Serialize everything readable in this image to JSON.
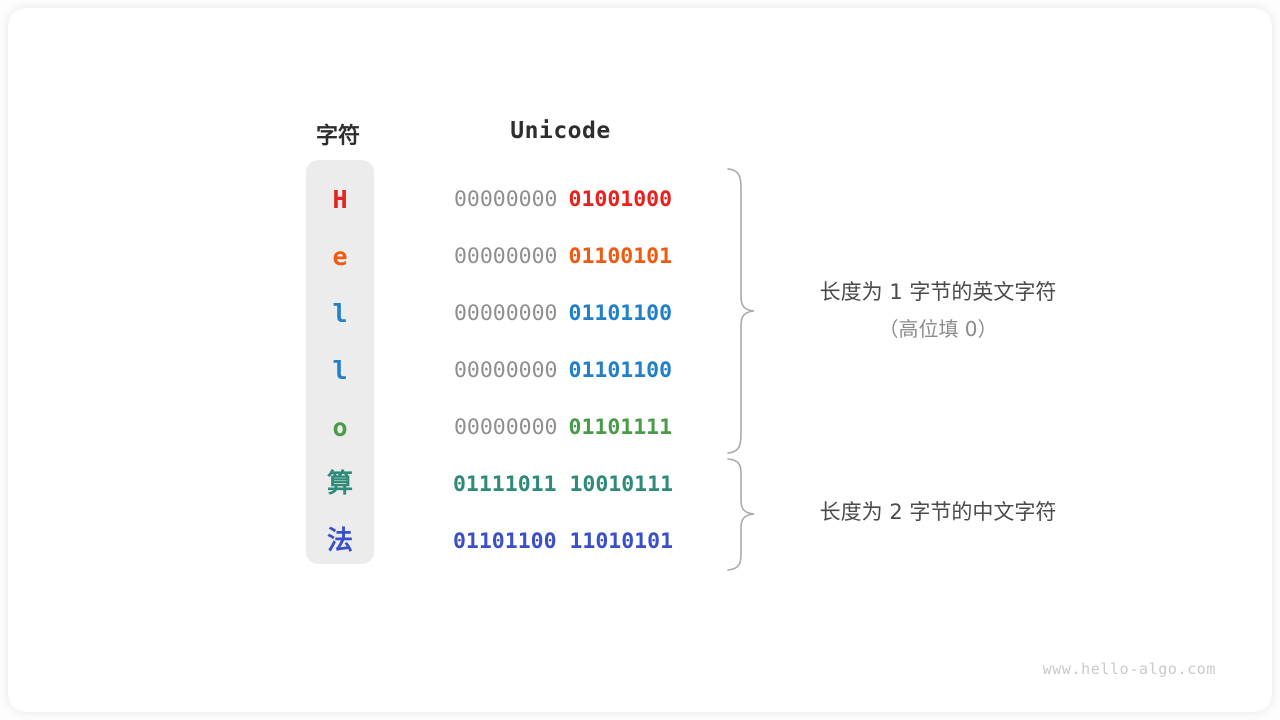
{
  "headers": {
    "character": "字符",
    "unicode": "Unicode"
  },
  "colors": {
    "red": "#e8211d",
    "orange": "#ee5a10",
    "blue": "#2180c8",
    "green": "#499b49",
    "teal": "#2e8b7a",
    "indigo": "#3b4fc8",
    "gray_high_bits": "#8f8f8f",
    "column_background": "#ececec",
    "brace": "#aaaaaa",
    "annotation_main": "#4a4a4a",
    "annotation_sub": "#8c8c8c",
    "watermark": "#c9c9c9"
  },
  "rows": [
    {
      "char": "H",
      "color": "#e8211d",
      "high": "00000000",
      "low": "01001000",
      "cjk": false
    },
    {
      "char": "e",
      "color": "#ee5a10",
      "high": "00000000",
      "low": "01100101",
      "cjk": false
    },
    {
      "char": "l",
      "color": "#2180c8",
      "high": "00000000",
      "low": "01101100",
      "cjk": false
    },
    {
      "char": "l",
      "color": "#2180c8",
      "high": "00000000",
      "low": "01101100",
      "cjk": false
    },
    {
      "char": "o",
      "color": "#499b49",
      "high": "00000000",
      "low": "01101111",
      "cjk": false
    },
    {
      "char": "算",
      "color": "#2e8b7a",
      "high": "",
      "low": "01111011 10010111",
      "cjk": true
    },
    {
      "char": "法",
      "color": "#3b4fc8",
      "high": "",
      "low": "01101100 11010101",
      "cjk": true
    }
  ],
  "annotations": [
    {
      "main": "长度为 1 字节的英文字符",
      "sub": "（高位填 0）"
    },
    {
      "main": "长度为 2 字节的中文字符",
      "sub": ""
    }
  ],
  "watermark": "www.hello-algo.com"
}
